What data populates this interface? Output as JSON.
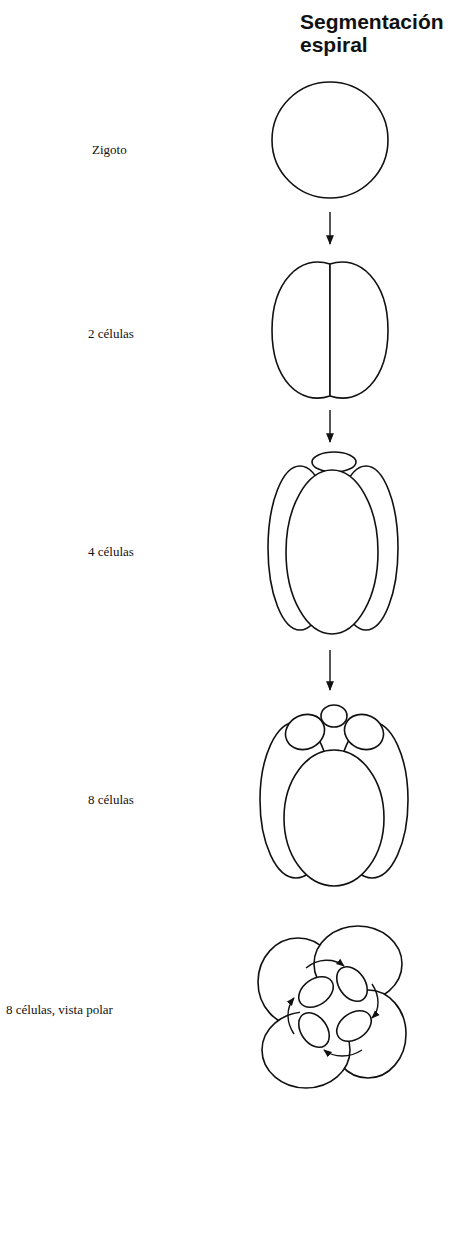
{
  "diagram": {
    "title": "Segmentación espiral",
    "labels": [
      "Zigoto",
      "2 células",
      "4 células",
      "8 células",
      "8 células, vista polar"
    ]
  }
}
